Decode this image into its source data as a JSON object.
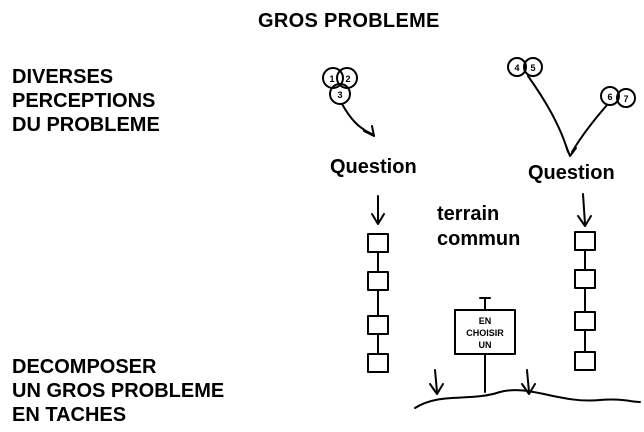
{
  "title": "GROS PROBLEME",
  "perceptions_label": [
    "DIVERSES",
    "PERCEPTIONS",
    "DU PROBLEME"
  ],
  "decompose_label": [
    "DECOMPOSER",
    "UN GROS PROBLEME",
    "EN TACHES"
  ],
  "question_left": "Question",
  "question_right": "Question",
  "common_ground": [
    "terrain",
    "commun"
  ],
  "sign": [
    "EN",
    "CHOISIR",
    "UN"
  ],
  "circles_left": [
    "1",
    "2",
    "3"
  ],
  "circles_right_top": [
    "4",
    "5"
  ],
  "circles_right_low": [
    "6",
    "7"
  ]
}
